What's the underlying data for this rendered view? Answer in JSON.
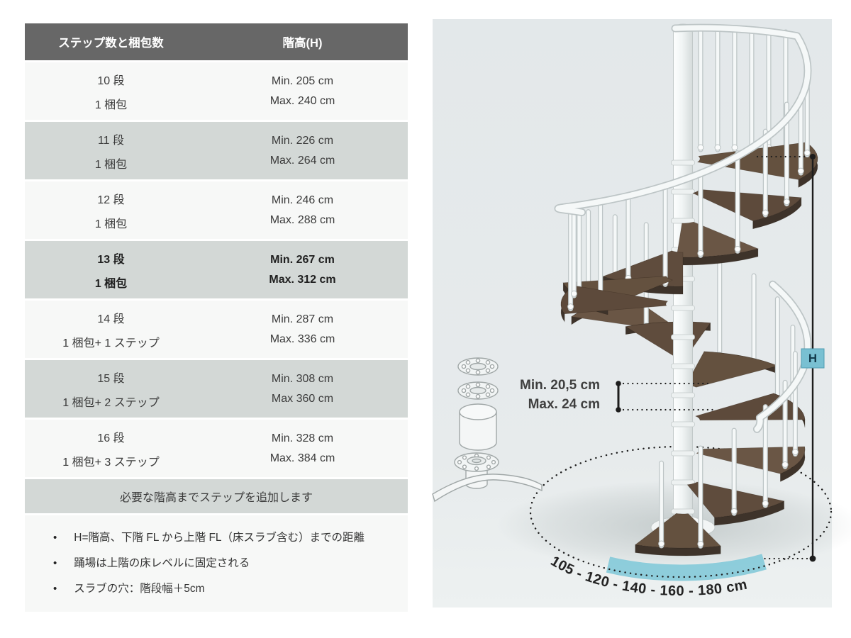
{
  "table": {
    "header": {
      "col_steps": "ステップ数と梱包数",
      "col_height": "階高(H)"
    },
    "rows": [
      {
        "steps": "10 段",
        "package": "1 梱包",
        "min": "Min. 205 cm",
        "max": "Max. 240 cm"
      },
      {
        "steps": "11 段",
        "package": "1 梱包",
        "min": "Min. 226 cm",
        "max": "Max. 264 cm"
      },
      {
        "steps": "12 段",
        "package": "1 梱包",
        "min": "Min. 246 cm",
        "max": "Max. 288 cm"
      },
      {
        "steps": "13 段",
        "package": "1 梱包",
        "min": "Min. 267 cm",
        "max": "Max. 312 cm"
      },
      {
        "steps": "14 段",
        "package": "1 梱包+ 1 ステップ",
        "min": "Min. 287 cm",
        "max": "Max. 336 cm"
      },
      {
        "steps": "15 段",
        "package": "1 梱包+ 2 ステップ",
        "min": "Min. 308 cm",
        "max": "Max 360 cm"
      },
      {
        "steps": "16 段",
        "package": "1 梱包+ 3 ステップ",
        "min": "Min. 328 cm",
        "max": "Max. 384 cm"
      }
    ],
    "highlighted_row": 3,
    "footer_note": "必要な階高までステップを追加します",
    "notes": [
      "H=階高、下階 FL から上階 FL（床スラブ含む）までの距離",
      "踊場は上階の床レベルに固定される",
      "スラブの穴：階段幅＋5cm"
    ]
  },
  "illustration": {
    "riser_min_label": "Min. 20,5 cm",
    "riser_max_label": "Max. 24 cm",
    "height_label": "H",
    "diameter_labels": "105 - 120 - 140 - 160 - 180 cm"
  },
  "colors": {
    "header_bg": "#676767",
    "row_light": "#f7f8f7",
    "row_gray": "#d3d8d6",
    "accent_teal": "#79c0d2",
    "wood": "#5f4c3f",
    "panel_bg": "#e5eaeb"
  }
}
